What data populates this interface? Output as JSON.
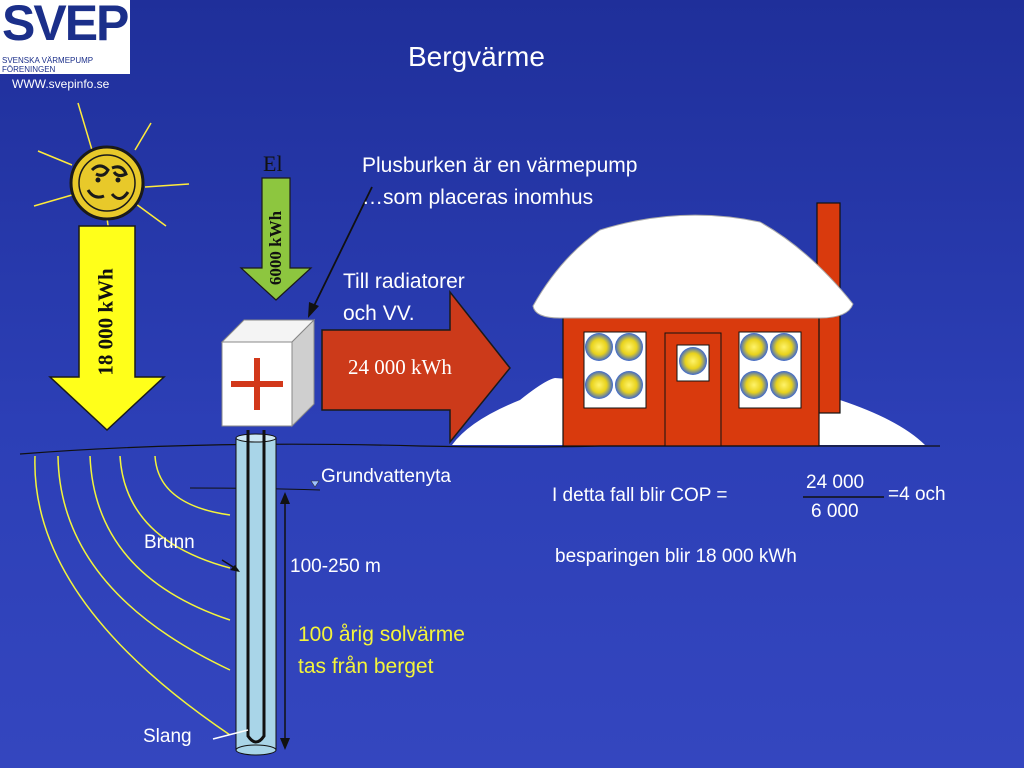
{
  "logo": {
    "word": "SVEP",
    "line1": "SVENSKA VÄRMEPUMP",
    "line2": "FÖRENINGEN"
  },
  "url": "WWW.svepinfo.se",
  "title": "Bergvärme",
  "heat_pump_note": {
    "line1": "Plusburken är en värmepump",
    "line2": "…som placeras inomhus"
  },
  "electricity": {
    "label": "El",
    "energy": "6000 kWh"
  },
  "sun_energy": "18 000 kWh",
  "radiators": {
    "line1": "Till radiatorer",
    "line2": "och VV.",
    "energy": "24 000 kWh"
  },
  "groundwater_label": "Grundvattenyta",
  "cop": {
    "prefix": "I detta fall blir COP =",
    "numerator": "24 000",
    "denominator": "6 000",
    "result": "=4 och"
  },
  "saving": "besparingen blir 18 000 kWh",
  "well_label": "Brunn",
  "depth_label": "100-250 m",
  "solar_heat": {
    "line1": "100 årig solvärme",
    "line2": "tas från berget"
  },
  "hose_label": "Slang",
  "colors": {
    "background": "#2536a8",
    "sun_arrow": "#ffff1a",
    "el_arrow": "#8dc63f",
    "out_arrow": "#cc3a1a",
    "house": "#d93a0d",
    "snow": "#ffffff",
    "plus_sign": "#d2381a",
    "solar_text": "#f4f43a"
  }
}
